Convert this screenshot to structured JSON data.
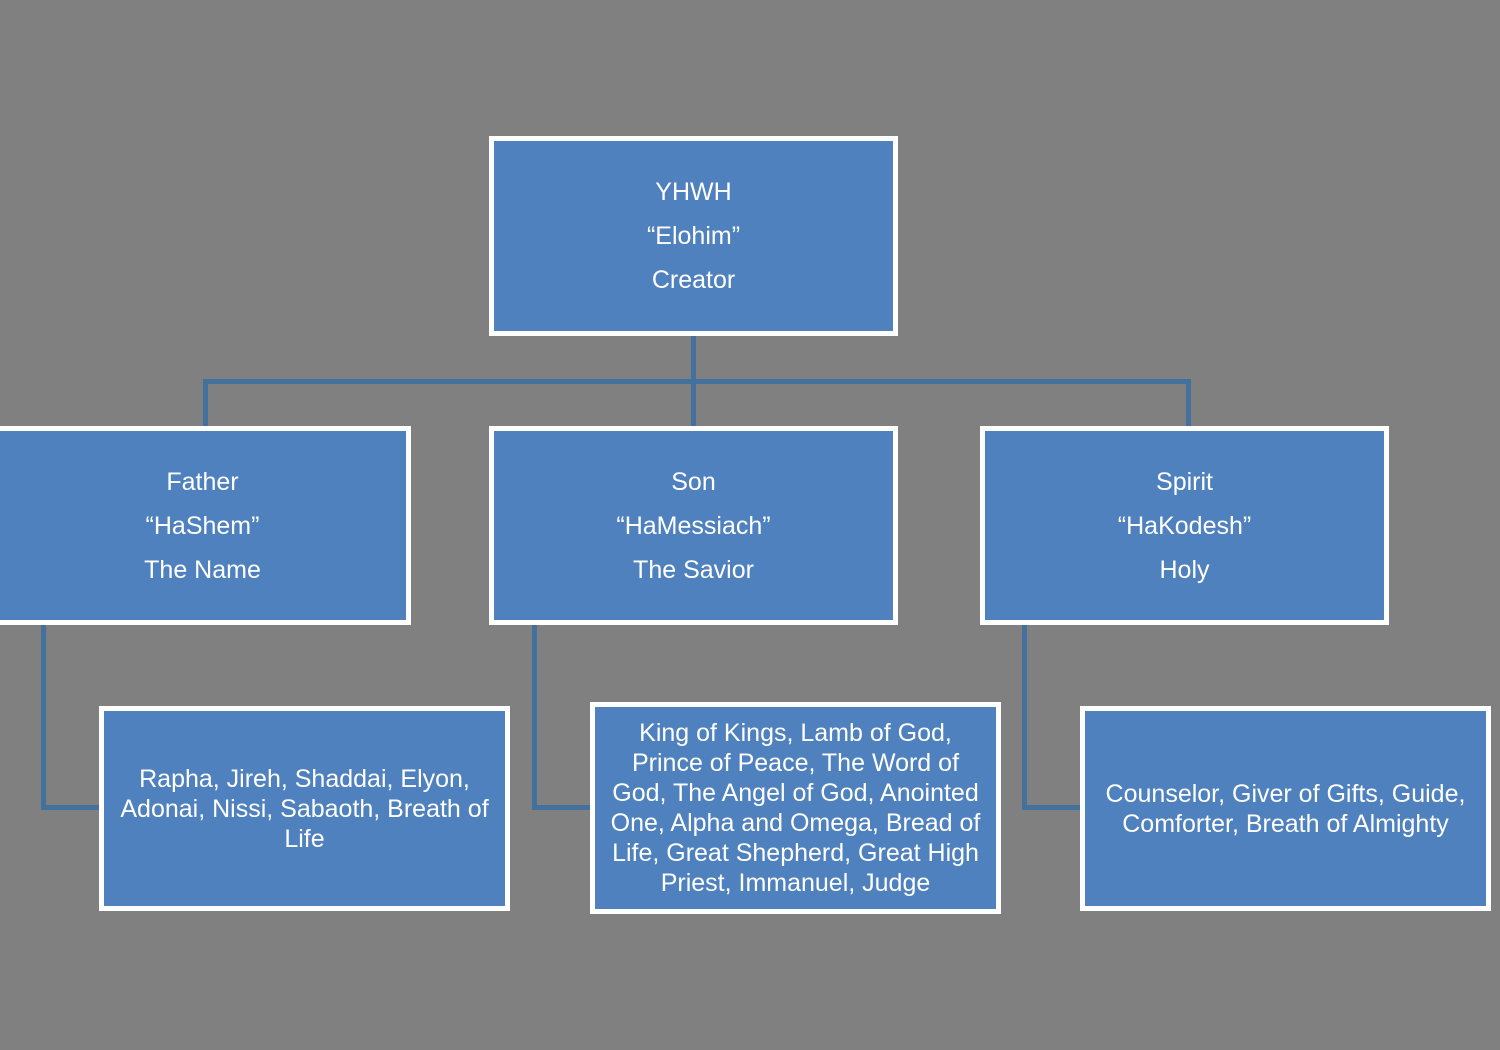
{
  "diagram": {
    "background_color": "#808080",
    "box_fill_color": "#4E81BD",
    "box_border_color": "#FFFFFF",
    "connector_color": "#41719C",
    "text_color": "#FFFFFF"
  },
  "root": {
    "line1": "YHWH",
    "line2": "“Elohim”",
    "line3": "Creator"
  },
  "persons": [
    {
      "line1": "Father",
      "line2": "“HaShem”",
      "line3": "The Name",
      "names": "Rapha,  Jireh, Shaddai, Elyon, Adonai, Nissi, Sabaoth, Breath of Life"
    },
    {
      "line1": "Son",
      "line2": "“HaMessiach”",
      "line3": "The Savior",
      "names": "King of Kings, Lamb of God, Prince of Peace, The Word of God, The Angel of God, Anointed One, Alpha and Omega, Bread of Life, Great Shepherd,  Great High Priest, Immanuel, Judge"
    },
    {
      "line1": "Spirit",
      "line2": "“HaKodesh”",
      "line3": "Holy",
      "names": "Counselor,  Giver of Gifts, Guide, Comforter,  Breath of Almighty"
    }
  ]
}
